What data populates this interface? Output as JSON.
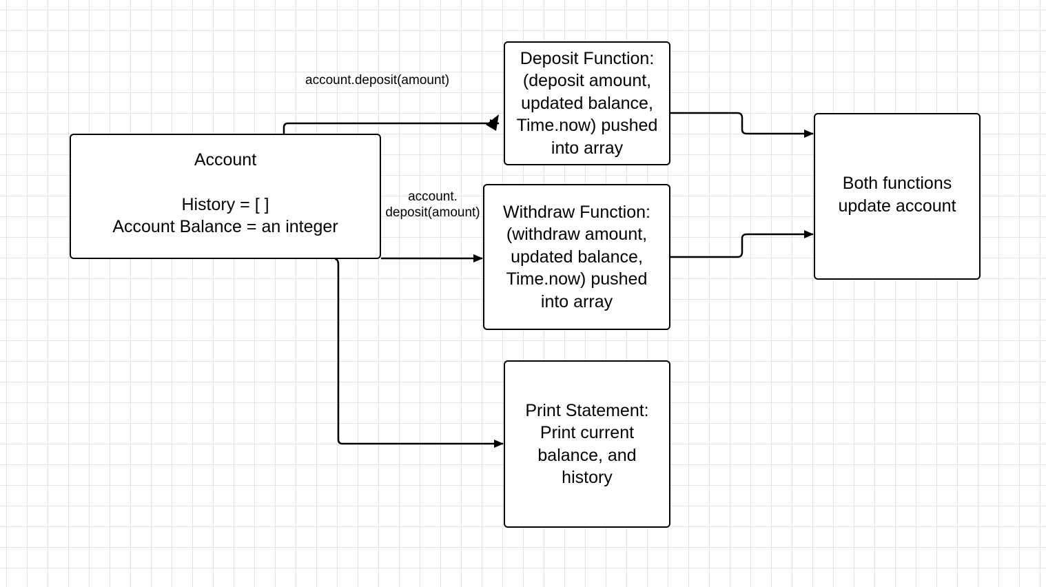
{
  "nodes": {
    "account": {
      "title": "Account",
      "history": "History = [ ]",
      "balance": "Account Balance = an integer"
    },
    "deposit": {
      "lines": [
        "Deposit Function:",
        "(deposit amount,",
        "updated balance,",
        "Time.now) pushed",
        "into array"
      ]
    },
    "withdraw": {
      "lines": [
        "Withdraw Function:",
        "(withdraw amount,",
        "updated balance,",
        "Time.now) pushed",
        "into array"
      ]
    },
    "print_statement": {
      "lines": [
        "Print Statement:",
        "Print current",
        "balance, and",
        "history"
      ]
    },
    "both_functions": {
      "lines": [
        "Both functions",
        "update account"
      ]
    }
  },
  "edge_labels": {
    "deposit_call": "account.deposit(amount)",
    "withdraw_call": [
      "account.",
      "deposit(amount)"
    ]
  }
}
